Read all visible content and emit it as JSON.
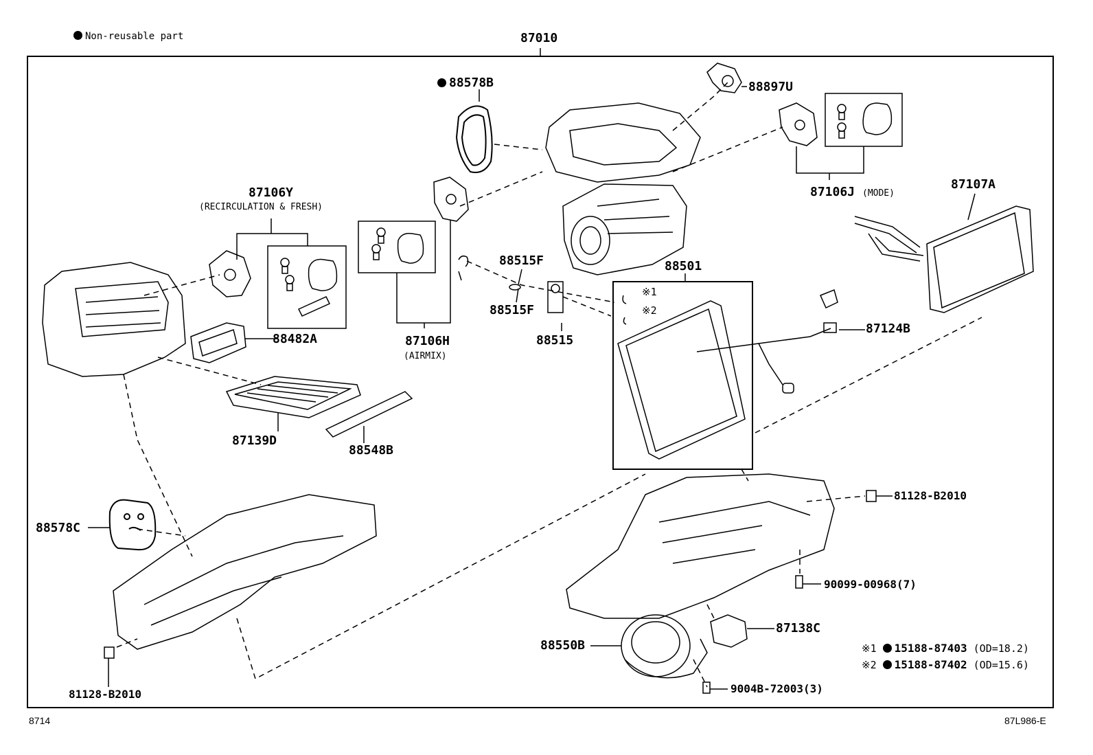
{
  "legend": {
    "non_reusable": "Non-reusable part"
  },
  "assembly": {
    "number": "87010"
  },
  "parts": {
    "p88578B": "88578B",
    "p88897U": "88897U",
    "p87106Y": "87106Y",
    "p87106Y_desc": "(RECIRCULATION & FRESH)",
    "p87106J": "87106J",
    "p87106J_desc": "(MODE)",
    "p87107A": "87107A",
    "p88515F_a": "88515F",
    "p88515F_b": "88515F",
    "p88501": "88501",
    "p88482A": "88482A",
    "p87106H": "87106H",
    "p87106H_desc": "(AIRMIX)",
    "p88515": "88515",
    "p87124B": "87124B",
    "p87139D": "87139D",
    "p88548B": "88548B",
    "p88578C": "88578C",
    "p81128_right": "81128-B2010",
    "p90099": "90099-00968(7)",
    "p87138C": "87138C",
    "p88550B": "88550B",
    "p9004B": "9004B-72003(3)",
    "p81128_left": "81128-B2010",
    "mark1": "※1",
    "mark2": "※2"
  },
  "notes": [
    {
      "mark": "※1",
      "part": "15188-87403",
      "spec": "(OD=18.2)"
    },
    {
      "mark": "※2",
      "part": "15188-87402",
      "spec": "(OD=15.6)"
    }
  ],
  "footer": {
    "left": "8714",
    "right": "87L986-E"
  }
}
